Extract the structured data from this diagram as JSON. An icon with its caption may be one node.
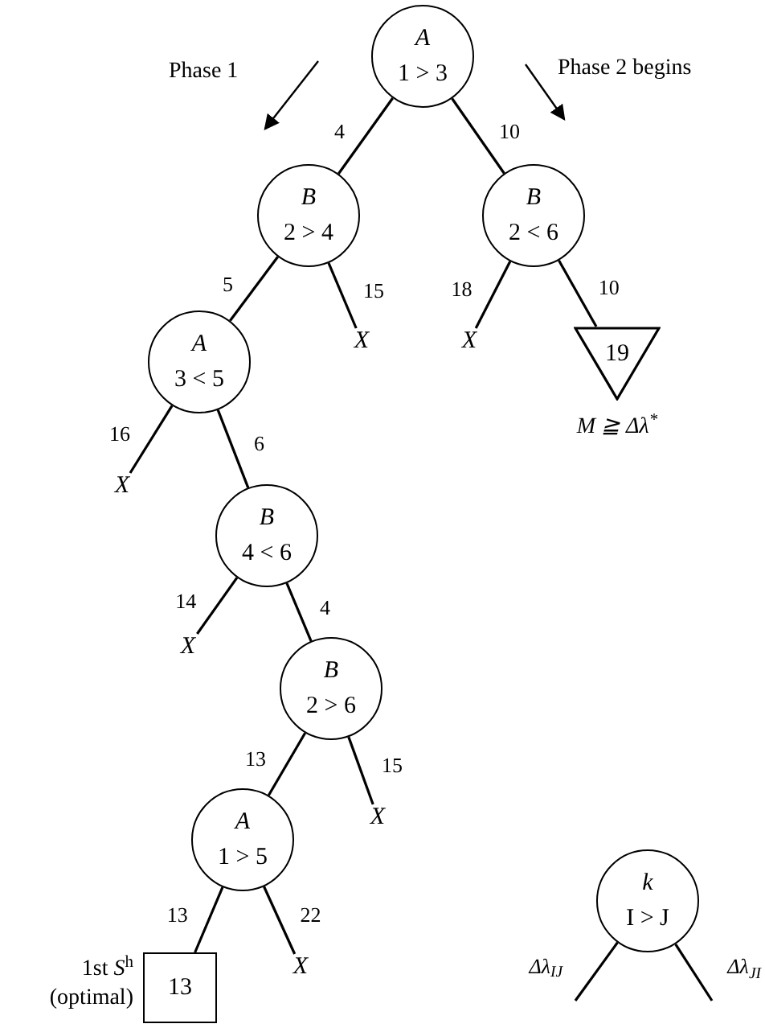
{
  "diagram": {
    "nodes": [
      {
        "text": [
          "A",
          "1 > 3"
        ]
      },
      {
        "text": [
          "B",
          "2 > 4"
        ]
      },
      {
        "text": [
          "B",
          "2 < 6"
        ]
      },
      {
        "text": [
          "X"
        ]
      },
      {
        "text": [
          "X"
        ]
      },
      {
        "text": [
          "19"
        ],
        "beside": [
          "M ≧ Δλ$^{*}$"
        ]
      },
      {
        "text": [
          "A",
          "3 < 5"
        ]
      },
      {
        "text": [
          "X"
        ]
      },
      {
        "text": [
          "B",
          "4 < 6"
        ]
      },
      {
        "text": [
          "X"
        ]
      },
      {
        "text": [
          "B",
          "2 > 6"
        ]
      },
      {
        "text": [
          "X"
        ]
      },
      {
        "text": [
          "A",
          "1 > 5"
        ]
      },
      {
        "text": [
          "13"
        ],
        "beside": [
          "1st *S*$^{h}$ (optimal)"
        ]
      },
      {
        "text": [
          "X"
        ]
      },
      {
        "text": [
          "k",
          "I > J"
        ]
      }
    ],
    "edges": [
      {
        "from": 0,
        "to": 1,
        "arrow": "none",
        "label": "4"
      },
      {
        "from": 0,
        "to": 2,
        "arrow": "none",
        "label": "10"
      },
      {
        "from": 1,
        "to": 6,
        "arrow": "none",
        "label": "5"
      },
      {
        "from": 1,
        "to": 3,
        "arrow": "none",
        "label": "15"
      },
      {
        "from": 2,
        "to": 4,
        "arrow": "none",
        "label": "18"
      },
      {
        "from": 2,
        "to": 5,
        "arrow": "none",
        "label": "10"
      },
      {
        "from": 6,
        "to": 7,
        "arrow": "none",
        "label": "16"
      },
      {
        "from": 6,
        "to": 8,
        "arrow": "none",
        "label": "6"
      },
      {
        "from": 8,
        "to": 9,
        "arrow": "none",
        "label": "14"
      },
      {
        "from": 8,
        "to": 10,
        "arrow": "none",
        "label": "4"
      },
      {
        "from": 10,
        "to": 12,
        "arrow": "none",
        "label": "13"
      },
      {
        "from": 10,
        "to": 11,
        "arrow": "none",
        "label": "15"
      },
      {
        "from": 12,
        "to": 13,
        "arrow": "none",
        "label": "13"
      },
      {
        "from": 12,
        "to": 14,
        "arrow": "none",
        "label": "22"
      },
      {
        "from": 15,
        "to": null,
        "arrow": "none",
        "label": "Δλ$_{IJ}$"
      },
      {
        "from": 15,
        "to": null,
        "arrow": "none",
        "label": "Δλ$_{JI}$"
      }
    ],
    "labels": [
      "Phase 1",
      "Phase 2 begins"
    ]
  }
}
